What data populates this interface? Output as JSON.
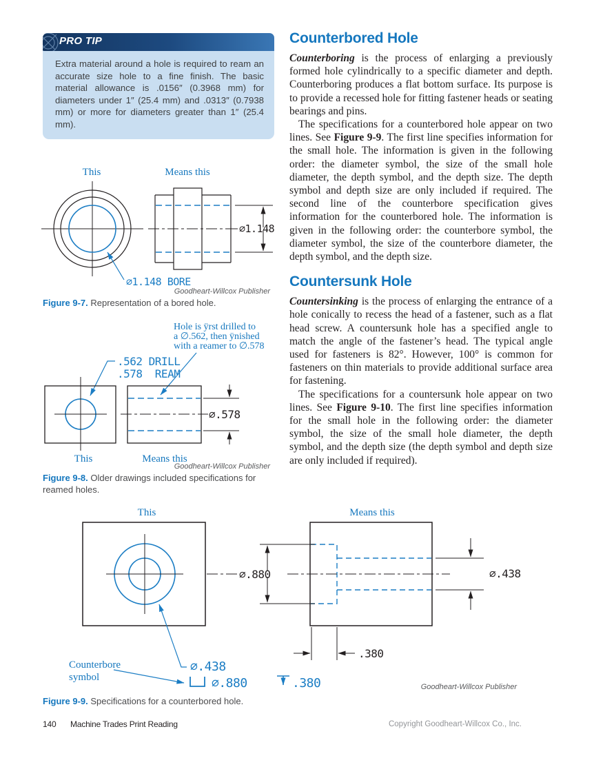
{
  "protip": {
    "label": "PRO TIP",
    "body": "Extra material around a hole is required to ream an accurate size hole to a fine finish. The basic material allowance is .0156″ (0.3968 mm) for diameters under 1″ (25.4 mm) and .0313″ (0.7938 mm) or more for diameters greater than 1″ (25.4 mm)."
  },
  "sections": [
    {
      "heading": "Counterbored Hole",
      "p1_lead": "Counterboring",
      "p1_rest": " is the process of enlarging a previously formed hole cylindrically to a specific diameter and depth. Counterboring produces a flat bottom surface. Its purpose is to provide a recessed hole for fitting fastener heads or seating bearings and pins.",
      "p2_pre": "The specifications for a counterbored hole appear on two lines. See ",
      "p2_ref": "Figure 9-9",
      "p2_post": ". The first line specifies information for the small hole. The information is given in the following order: the diameter symbol, the size of the small hole diameter, the depth symbol, and the depth size. The depth symbol and depth size are only included if required. The second line of the counterbore specification gives information for the counterbored hole. The information is given in the following order: the counterbore symbol, the diameter symbol, the size of the counterbore diameter, the depth symbol, and the depth size."
    },
    {
      "heading": "Countersunk Hole",
      "p1_lead": "Countersinking",
      "p1_rest": " is the process of enlarging the entrance of a hole conically to recess the head of a fastener, such as a flat head screw. A countersunk hole has a specified angle to match the angle of the fastener’s head. The typical angle used for fasteners is 82°. However, 100° is common for fasteners on thin materials to provide additional surface area for fastening.",
      "p2_pre": "The specifications for a countersunk hole appear on two lines. See ",
      "p2_ref": "Figure 9-10",
      "p2_post": ". The first line specifies information for the small hole in the following order: the diameter symbol, the size of the small hole diameter, the depth symbol, and the depth size (the depth symbol and depth size are only included if required)."
    }
  ],
  "fig7": {
    "this_label": "This",
    "means_label": "Means this",
    "dim": "∅1.148",
    "bore_label": "∅1.148 BORE",
    "credit": "Goodheart-Willcox Publisher",
    "caption_ref": "Figure 9-7.",
    "caption_text": " Representation of a bored hole."
  },
  "fig8": {
    "note_line1": "Hole is ÿrst drilled to",
    "note_line2": "a ∅.562, then ÿnished",
    "note_line3": "with a reamer to ∅.578",
    "drill_label": ".562 DRILL",
    "ream_label": ".578  REAM",
    "dim": "∅.578",
    "this_label": "This",
    "means_label": "Means this",
    "credit": "Goodheart-Willcox Publisher",
    "caption_ref": "Figure 9-8.",
    "caption_text": " Older drawings included specifications for reamed holes."
  },
  "fig9": {
    "this_label": "This",
    "means_label": "Means this",
    "dim_cbore": "∅.880",
    "dim_hole": "∅.438",
    "dim_depth": ".380",
    "spec_hole": "∅.438",
    "spec_cbore": "∅.880",
    "spec_depth": ".380",
    "cbore_label_line1": "Counterbore",
    "cbore_label_line2": "symbol",
    "credit": "Goodheart-Willcox Publisher",
    "caption_ref": "Figure 9-9.",
    "caption_text": " Specifications for a counterbored hole."
  },
  "footer": {
    "page_number": "140",
    "book_title": "Machine Trades Print Reading",
    "copyright": "Copyright Goodheart-Willcox Co., Inc."
  },
  "colors": {
    "accent_blue": "#1577be",
    "drawing_blue": "#1b7dc4",
    "banner_navy": "#14355f",
    "banner_blue": "#3a77b5",
    "protip_bg": "#c9def1",
    "text_dark": "#231f20",
    "caption_gray": "#58595b",
    "copyright_gray": "#939598"
  }
}
